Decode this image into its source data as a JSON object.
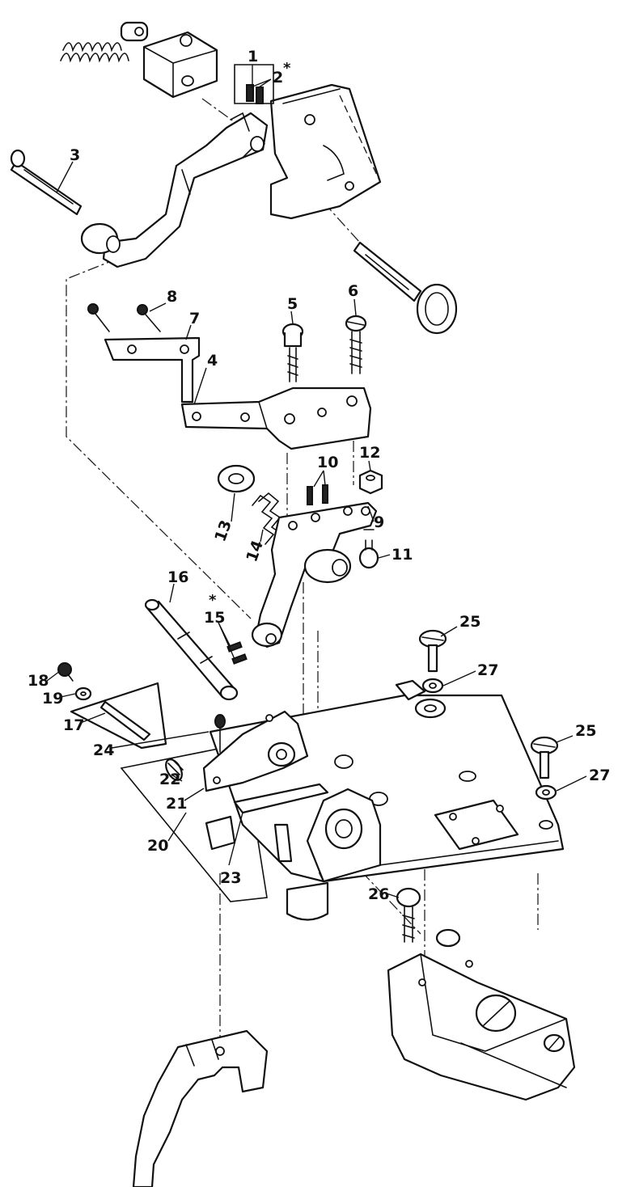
{
  "diagram": {
    "callouts": [
      {
        "id": "c1",
        "text": "1"
      },
      {
        "id": "c2",
        "text": "2",
        "star": "*"
      },
      {
        "id": "c3",
        "text": "3"
      },
      {
        "id": "c4",
        "text": "4"
      },
      {
        "id": "c5",
        "text": "5"
      },
      {
        "id": "c6",
        "text": "6"
      },
      {
        "id": "c7",
        "text": "7"
      },
      {
        "id": "c8",
        "text": "8"
      },
      {
        "id": "c9",
        "text": "9"
      },
      {
        "id": "c10",
        "text": "10"
      },
      {
        "id": "c11",
        "text": "11"
      },
      {
        "id": "c12",
        "text": "12"
      },
      {
        "id": "c13",
        "text": "13"
      },
      {
        "id": "c14",
        "text": "14"
      },
      {
        "id": "c15",
        "text": "15",
        "star": "*"
      },
      {
        "id": "c16",
        "text": "16"
      },
      {
        "id": "c17",
        "text": "17"
      },
      {
        "id": "c18",
        "text": "18"
      },
      {
        "id": "c19",
        "text": "19"
      },
      {
        "id": "c20",
        "text": "20"
      },
      {
        "id": "c21",
        "text": "21"
      },
      {
        "id": "c22",
        "text": "22"
      },
      {
        "id": "c23",
        "text": "23"
      },
      {
        "id": "c24",
        "text": "24"
      },
      {
        "id": "c25a",
        "text": "25"
      },
      {
        "id": "c25b",
        "text": "25"
      },
      {
        "id": "c26",
        "text": "26"
      },
      {
        "id": "c27a",
        "text": "27"
      },
      {
        "id": "c27b",
        "text": "27"
      }
    ],
    "colors": {
      "ink": "#111111",
      "paper": "#ffffff"
    }
  }
}
